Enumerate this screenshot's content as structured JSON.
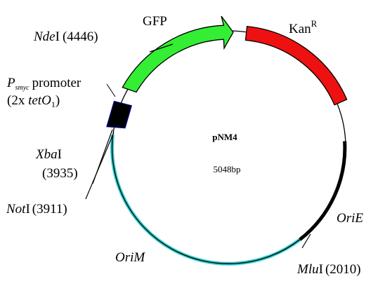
{
  "plasmid": {
    "name": "pNM4",
    "size": "5048bp"
  },
  "features": {
    "gfp": {
      "label": "GFP",
      "color": "#33ee33"
    },
    "kan": {
      "label": "Kan",
      "superscript": "R",
      "color": "#ee1111"
    },
    "promoter": {
      "p": "P",
      "sub": "smyc",
      "word": "promoter",
      "line2_open": "(2x ",
      "tet": "tet",
      "o": "O",
      "o_sub": "1",
      "close": ")",
      "color": "#000000"
    },
    "orim": {
      "label": "OriM",
      "color": "#33cccc"
    },
    "orie": {
      "label": "OriE",
      "color": "#000000"
    }
  },
  "sites": {
    "ndei": {
      "italic": "Nde",
      "roman": "I",
      "position": "(4446)"
    },
    "xbai": {
      "italic": "Xba",
      "roman": "I",
      "position": "(3935)"
    },
    "noti": {
      "italic": "Not",
      "roman": "I",
      "position": "(3911)"
    },
    "mlui": {
      "italic": "Mlu",
      "roman": "I",
      "position": "(2010)"
    }
  }
}
